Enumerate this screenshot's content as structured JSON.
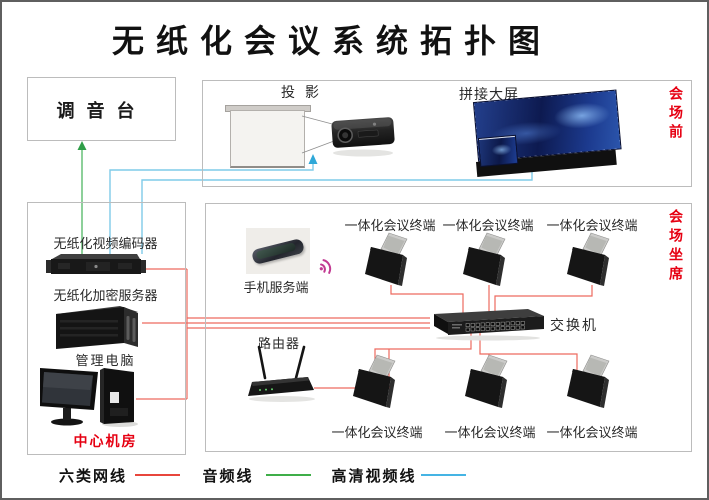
{
  "title": "无纸化会议系统拓扑图",
  "colors": {
    "network_line": "#ed6a5f",
    "audio_line": "#5cbc6e",
    "audio_arrow": "#2f9e48",
    "video_line": "#7fcbe8",
    "video_arrow": "#2fa8d8",
    "zone_label_red": "#e60012"
  },
  "mixer": {
    "label": "调音台"
  },
  "front_zone": {
    "zone_label": "会场前",
    "projection_label": "投影",
    "big_screen_label": "拼接大屏"
  },
  "center_room": {
    "encoder_label": "无纸化视频编码器",
    "server_label": "无纸化加密服务器",
    "pc_label": "管理电脑",
    "zone_label": "中心机房"
  },
  "seating_zone": {
    "zone_label": "会场坐席",
    "phone_label": "手机服务端",
    "router_label": "路由器",
    "switch_label": "交换机",
    "terminals_top": [
      {
        "label": "一体化会议终端"
      },
      {
        "label": "一体化会议终端"
      },
      {
        "label": "一体化会议终端"
      }
    ],
    "terminals_bottom": [
      {
        "label": "一体化会议终端"
      },
      {
        "label": "一体化会议终端"
      },
      {
        "label": "一体化会议终端"
      }
    ]
  },
  "legend": {
    "items": [
      {
        "label": "六类网线",
        "color": "#e8463c"
      },
      {
        "label": "音频线",
        "color": "#3fae49"
      },
      {
        "label": "高清视频线",
        "color": "#45b4e4"
      }
    ]
  }
}
